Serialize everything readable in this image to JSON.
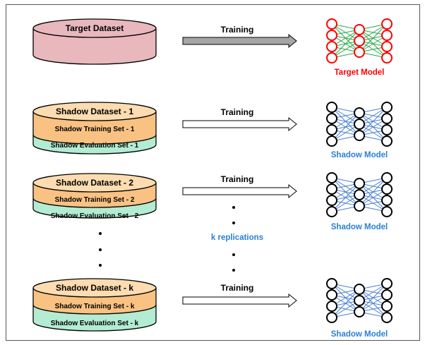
{
  "target": {
    "dataset_label": "Target Dataset",
    "arrow_label": "Training",
    "model_label": "Target Model"
  },
  "shadows": [
    {
      "dataset_label": "Shadow Dataset - 1",
      "training_label": "Shadow Training Set - 1",
      "evaluation_label": "Shadow Evaluation Set - 1",
      "arrow_label": "Training",
      "model_label": "Shadow Model"
    },
    {
      "dataset_label": "Shadow Dataset - 2",
      "training_label": "Shadow Training Set - 2",
      "evaluation_label": "Shadow Evaluation Set - 2",
      "arrow_label": "Training",
      "model_label": "Shadow Model"
    },
    {
      "dataset_label": "Shadow Dataset - k",
      "training_label": "Shadow Training Set - k",
      "evaluation_label": "Shadow Evaluation Set - k",
      "arrow_label": "Training",
      "model_label": "Shadow Model"
    }
  ],
  "replications_label": "k replications",
  "colors": {
    "target_db": "#e8b8bd",
    "shadow_top": "#fcdcb0",
    "shadow_training": "#f9c283",
    "shadow_evaluation": "#b3ecd2",
    "target_arrow": "#a6a6a6",
    "target_node": "#ff0000",
    "target_edge": "#2aa84a",
    "shadow_node": "#000000",
    "shadow_edge": "#4a7fd6",
    "target_text": "#ff0000",
    "shadow_text": "#2a7fd6"
  }
}
